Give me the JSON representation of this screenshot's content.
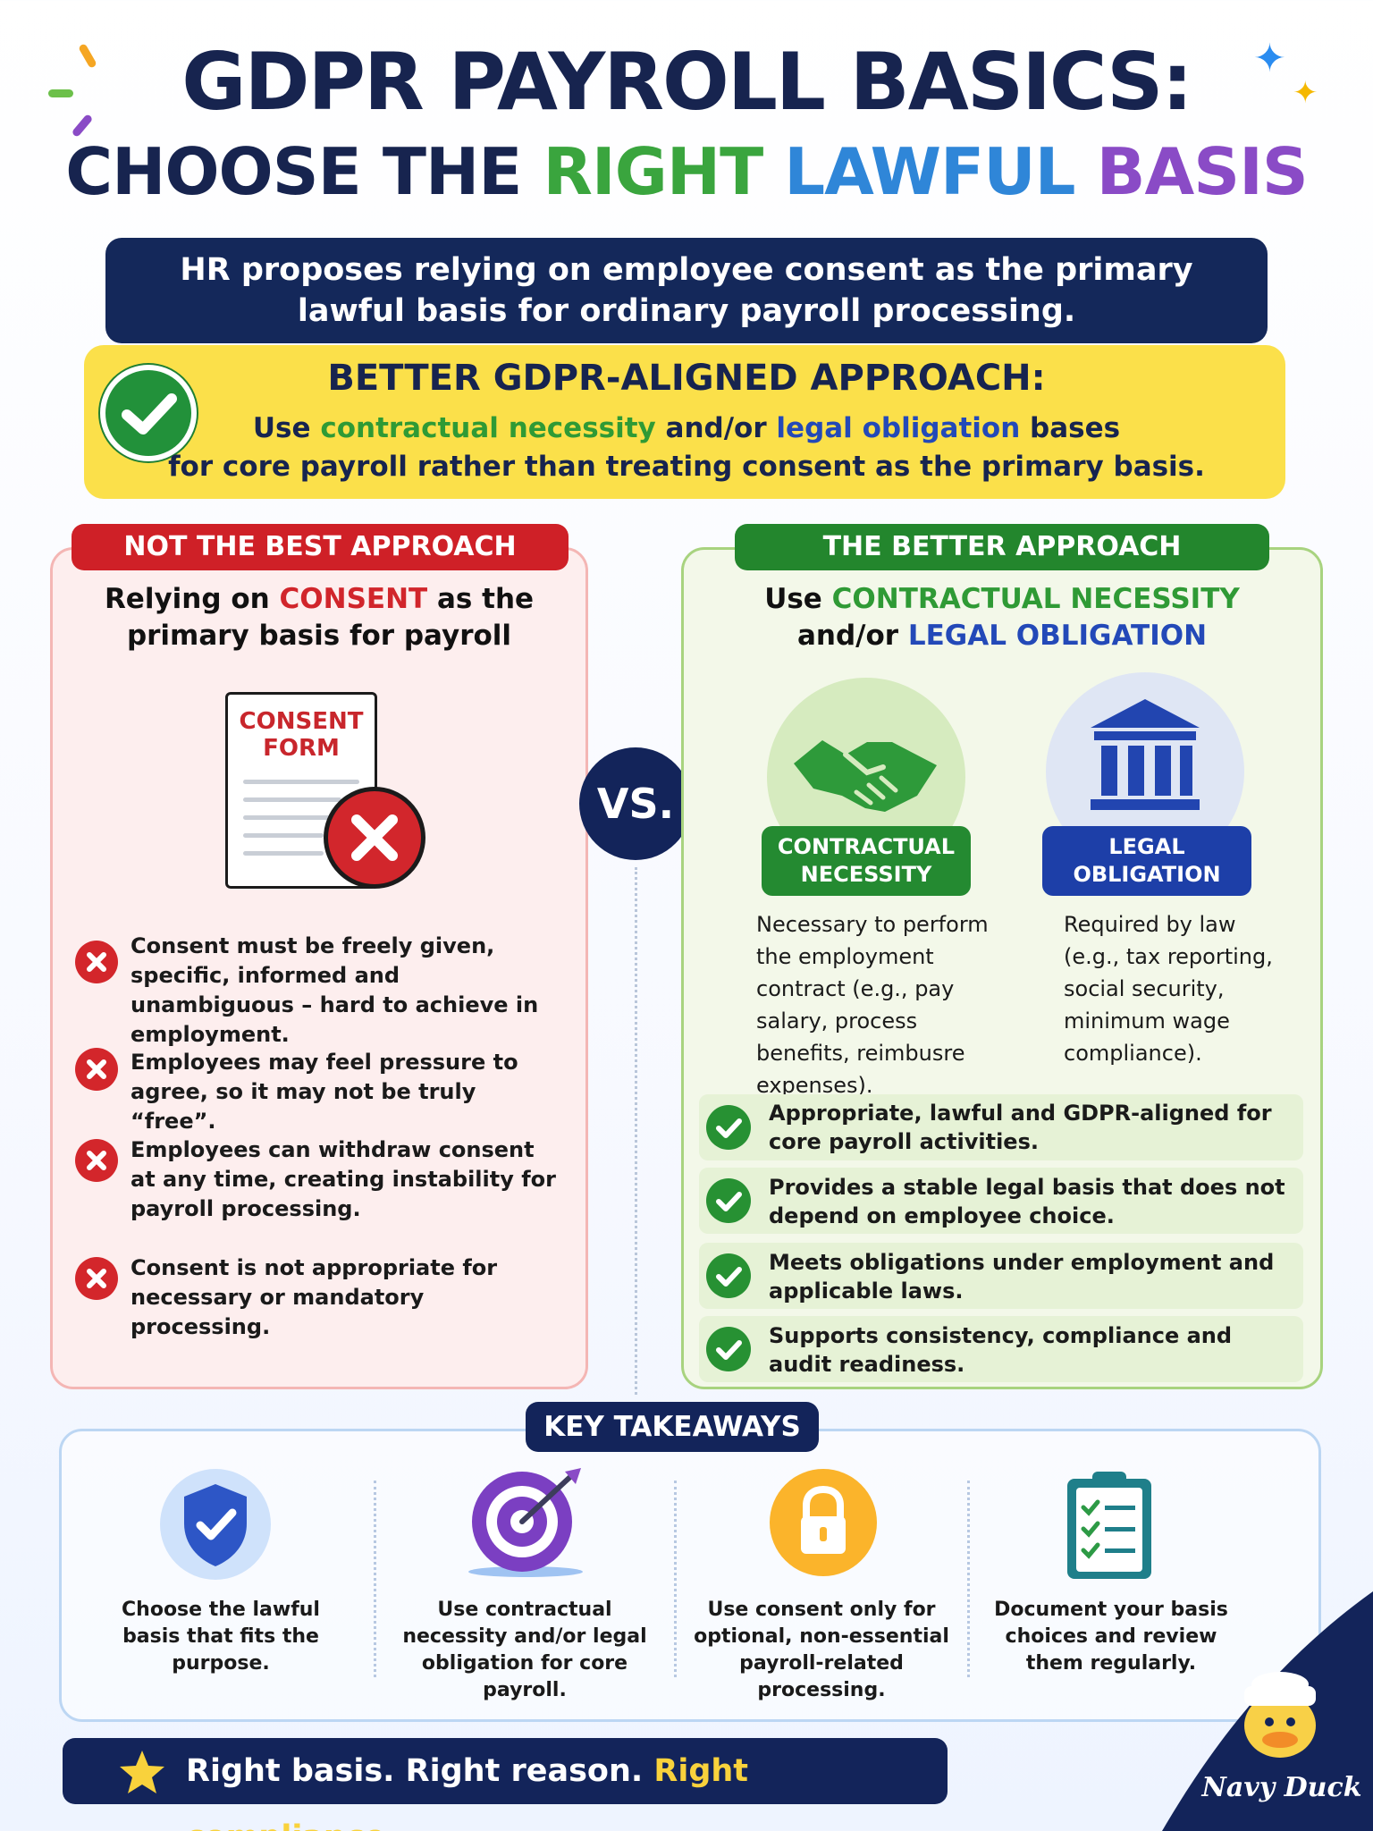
{
  "title": {
    "line1": "GDPR PAYROLL BASICS:",
    "line2_a": "CHOOSE THE ",
    "line2_b": "RIGHT ",
    "line2_c": "LAWFUL ",
    "line2_d": "BASIS"
  },
  "banner": {
    "line1": "HR proposes relying on employee consent as the primary",
    "line2": "lawful basis for ordinary payroll processing."
  },
  "better": {
    "heading": "BETTER GDPR-ALIGNED APPROACH:",
    "p1_a": "Use ",
    "p1_b": "contractual necessity",
    "p1_c": " and/or ",
    "p1_d": "legal obligation",
    "p1_e": " bases",
    "p2": "for core payroll rather than treating consent as the primary basis."
  },
  "left": {
    "pill": "NOT THE BEST APPROACH",
    "sub_a": "Relying on ",
    "sub_b": "CONSENT",
    "sub_c": " as the",
    "sub_line2": "primary basis for payroll",
    "form_title1": "CONSENT",
    "form_title2": "FORM",
    "items": [
      "Consent must be freely given, specific, informed and unambiguous – hard to achieve in employment.",
      "Employees may feel pressure to agree, so it may not be truly “free”.",
      "Employees can withdraw consent at any time, creating instability for payroll processing.",
      "Consent is not appropriate for necessary or mandatory processing."
    ]
  },
  "vs": "VS.",
  "right": {
    "pill": "THE BETTER APPROACH",
    "sub_a": "Use ",
    "sub_b": "CONTRACTUAL NECESSITY",
    "sub_line2_a": "and/or ",
    "sub_line2_b": "LEGAL OBLIGATION",
    "contract_badge1": "CONTRACTUAL",
    "contract_badge2": "NECESSITY",
    "contract_desc": "Necessary to perform the employment contract (e.g., pay salary, process benefits, reimbusre expenses).",
    "legal_badge1": "LEGAL",
    "legal_badge2": "OBLIGATION",
    "legal_desc": "Required by law (e.g., tax reporting, social security, minimum wage compliance).",
    "items": [
      "Appropriate, lawful and GDPR-aligned for core payroll activities.",
      "Provides a stable legal basis that does not depend on employee choice.",
      "Meets obligations under employment and applicable laws.",
      "Supports consistency, compliance and audit readiness."
    ]
  },
  "takeaways": {
    "title": "KEY TAKEAWAYS",
    "items": [
      "Choose the lawful basis that fits the purpose.",
      "Use contractual necessity and/or legal obligation for core payroll.",
      "Use consent only for optional, non-essential payroll-related processing.",
      "Document your basis choices and review them regularly."
    ]
  },
  "footer": {
    "a": "Right basis. Right reason. ",
    "b": "Right compliance."
  },
  "brand": "Navy Duck",
  "colors": {
    "navy": "#13245a",
    "red": "#cf2027",
    "green": "#23862d",
    "yellow": "#fbe04a",
    "blue": "#1d3fa8"
  }
}
